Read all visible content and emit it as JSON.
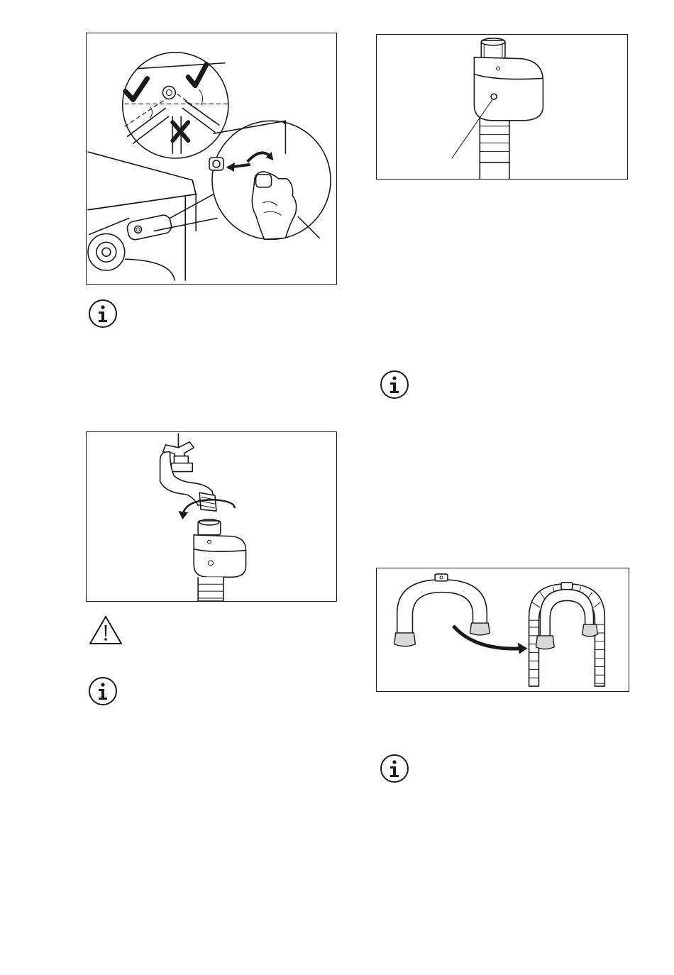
{
  "figures": [
    {
      "id": "fig-tap-connection",
      "icons": [
        "check-mark-icon",
        "check-mark-icon",
        "cross-mark-icon",
        "arrow-icon"
      ]
    },
    {
      "id": "fig-hose-to-tap",
      "icons": [
        "rotate-arrow-icon"
      ]
    },
    {
      "id": "fig-hose-connector-sensor",
      "icons": []
    },
    {
      "id": "fig-hose-guide-attach",
      "icons": [
        "curved-arrow-icon"
      ]
    }
  ],
  "notes": [
    {
      "type": "info",
      "icon": "info-icon"
    },
    {
      "type": "warning",
      "icon": "warning-icon"
    },
    {
      "type": "info",
      "icon": "info-icon"
    },
    {
      "type": "info",
      "icon": "info-icon"
    },
    {
      "type": "info",
      "icon": "info-icon"
    }
  ]
}
